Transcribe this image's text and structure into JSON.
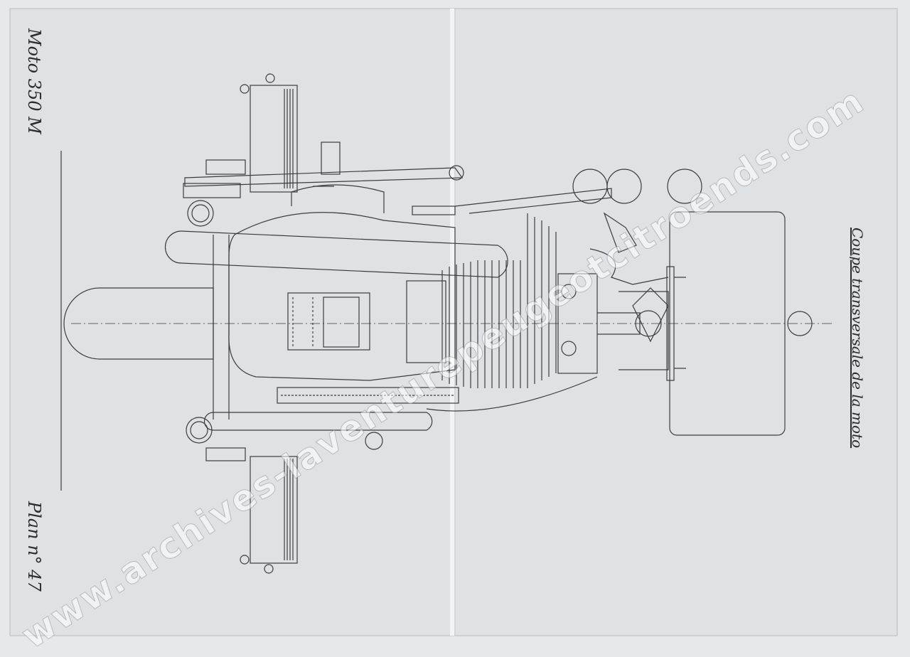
{
  "sheet": {
    "title": "Moto 350 M",
    "plan_number": "Plan n° 47",
    "caption": "Coupe transversale de la moto",
    "watermark": "www.archives-laventurepeugeotcitroends.com"
  },
  "colors": {
    "paper": "#e6e8ea",
    "ink": "#2a2c30"
  }
}
